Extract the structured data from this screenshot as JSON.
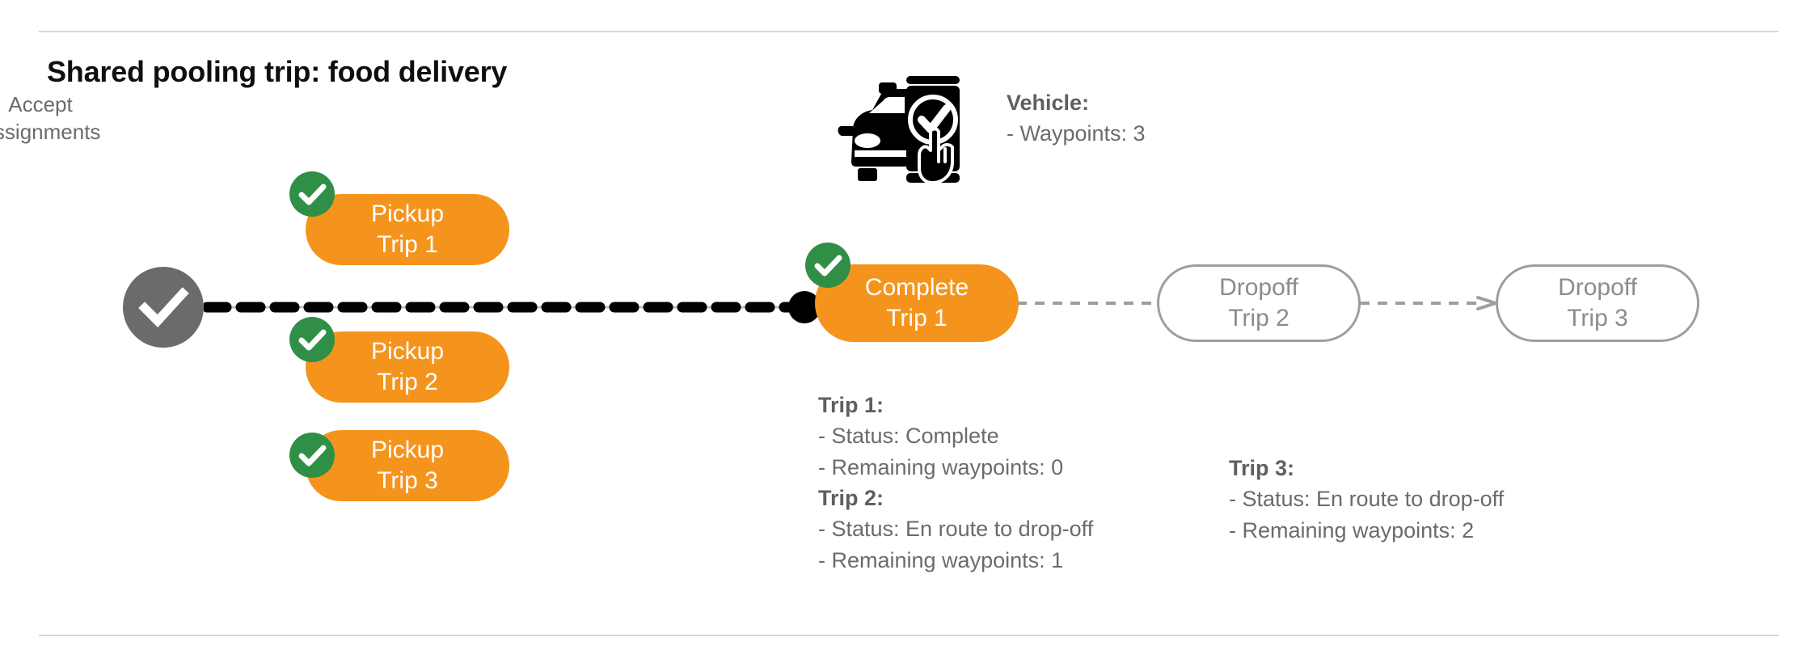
{
  "title": "Shared pooling trip: food delivery",
  "colors": {
    "orange": "#F5941D",
    "green": "#2F8F46",
    "gray_node": "#6B6B6B",
    "gray_text": "#6B6B6B",
    "outline": "#9E9E9E",
    "black": "#000000",
    "divider": "#D6D6D6"
  },
  "accept_node": {
    "icon": "check-circle-icon",
    "label_line1": "Accept",
    "label_line2": "Assignments"
  },
  "vehicle_icon": {
    "name": "vehicle-phone-check-icon"
  },
  "vehicle_info": {
    "heading": "Vehicle:",
    "lines": [
      "- Waypoints: 3"
    ]
  },
  "pickup_nodes": [
    {
      "line1": "Pickup",
      "line2": "Trip 1",
      "badge": "check-badge-icon",
      "state": "done"
    },
    {
      "line1": "Pickup",
      "line2": "Trip 2",
      "badge": "check-badge-icon",
      "state": "done"
    },
    {
      "line1": "Pickup",
      "line2": "Trip 3",
      "badge": "check-badge-icon",
      "state": "done"
    }
  ],
  "complete_node": {
    "line1": "Complete",
    "line2": "Trip 1",
    "badge": "check-badge-icon",
    "state": "done"
  },
  "dropoff_nodes": [
    {
      "line1": "Dropoff",
      "line2": "Trip 2",
      "state": "pending"
    },
    {
      "line1": "Dropoff",
      "line2": "Trip 3",
      "state": "pending"
    }
  ],
  "trip_info": [
    {
      "heading": "Trip 1:",
      "status_label": "- Status:  Complete",
      "waypoints_label": "- Remaining waypoints: 0"
    },
    {
      "heading": "Trip 2:",
      "status_label": "- Status:  En route to drop-off",
      "waypoints_label": "- Remaining waypoints: 1"
    },
    {
      "heading": "Trip 3:",
      "status_label": "- Status:  En route to drop-off",
      "waypoints_label": "- Remaining waypoints: 2"
    }
  ]
}
